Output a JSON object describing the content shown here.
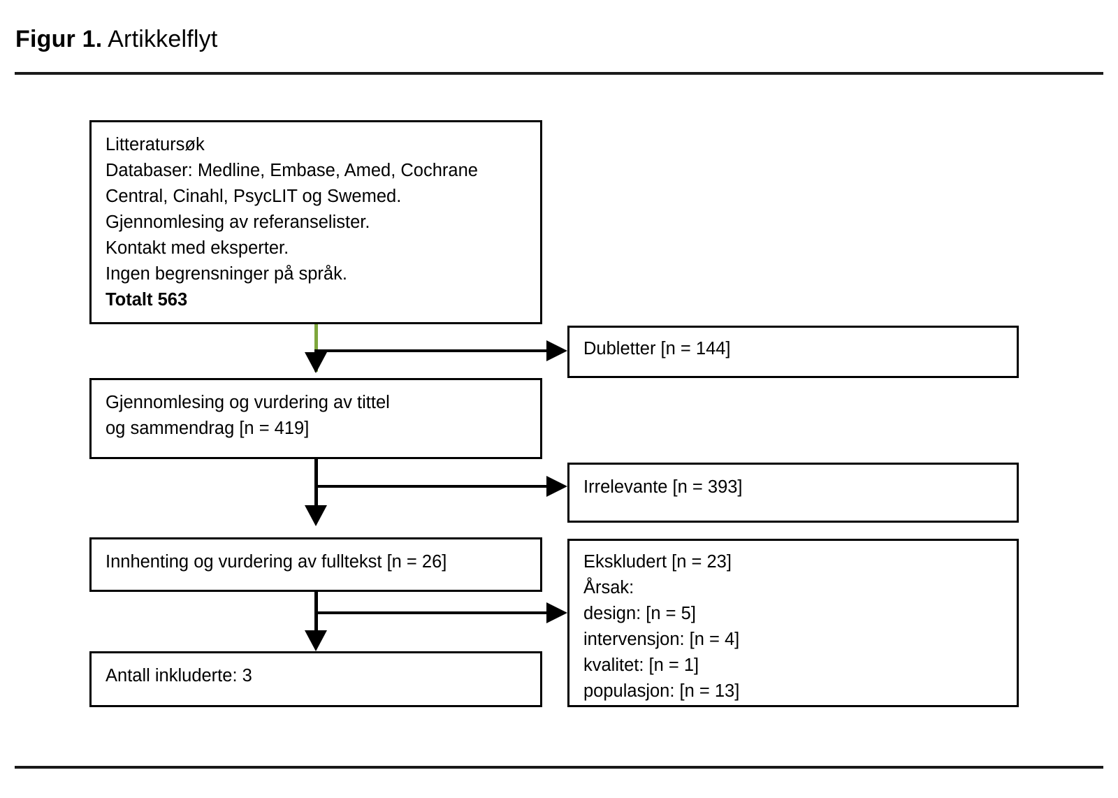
{
  "figure": {
    "label": "Figur 1.",
    "title": "Artikkelflyt"
  },
  "colors": {
    "line": "#000000",
    "rule": "#1a1a1a",
    "first_connector_stem": "#7ea63c",
    "background": "#ffffff"
  },
  "flow": {
    "boxes": {
      "search": {
        "lines": "Litteratursøk\nDatabaser: Medline, Embase, Amed, Cochrane\nCentral, Cinahl, PsycLIT og Swemed.\nGjennomlesing av referanselister.\nKontakt med eksperter.\nIngen begrensninger på språk.",
        "total_label": "Totalt 563"
      },
      "screening": {
        "lines": "Gjennomlesing og vurdering av tittel\nog sammendrag [n = 419]"
      },
      "fulltext": {
        "lines": "Innhenting og vurdering av fulltekst [n = 26]"
      },
      "included": {
        "lines": "Antall inkluderte: 3"
      },
      "duplicates": {
        "lines": "Dubletter [n = 144]"
      },
      "irrelevant": {
        "lines": "Irrelevante [n = 393]"
      },
      "excluded": {
        "lines": "Ekskludert [n = 23]\nÅrsak:\ndesign: [n = 5]\nintervensjon: [n = 4]\nkvalitet: [n = 1]\npopulasjon: [n = 13]"
      }
    }
  },
  "chart_data": {
    "type": "diagram",
    "title": "Figur 1. Artikkelflyt",
    "diagram_kind": "prisma-study-flow",
    "nodes": [
      {
        "id": "search",
        "column": "left",
        "label": "Litteratursøk",
        "n": 563,
        "detail": [
          "Databaser: Medline, Embase, Amed, Cochrane Central, Cinahl, PsycLIT og Swemed.",
          "Gjennomlesing av referanselister.",
          "Kontakt med eksperter.",
          "Ingen begrensninger på språk."
        ]
      },
      {
        "id": "screening",
        "column": "left",
        "label": "Gjennomlesing og vurdering av tittel og sammendrag",
        "n": 419
      },
      {
        "id": "fulltext",
        "column": "left",
        "label": "Innhenting og vurdering av fulltekst",
        "n": 26
      },
      {
        "id": "included",
        "column": "left",
        "label": "Antall inkluderte",
        "n": 3
      },
      {
        "id": "duplicates",
        "column": "right",
        "label": "Dubletter",
        "n": 144
      },
      {
        "id": "irrelevant",
        "column": "right",
        "label": "Irrelevante",
        "n": 393
      },
      {
        "id": "excluded",
        "column": "right",
        "label": "Ekskludert",
        "n": 23,
        "reasons": [
          {
            "label": "design",
            "n": 5
          },
          {
            "label": "intervensjon",
            "n": 4
          },
          {
            "label": "kvalitet",
            "n": 1
          },
          {
            "label": "populasjon",
            "n": 13
          }
        ]
      }
    ],
    "edges": [
      {
        "from": "search",
        "to": "screening",
        "direction": "down",
        "color": "#7ea63c"
      },
      {
        "from": "search",
        "to": "duplicates",
        "direction": "right",
        "color": "#000000"
      },
      {
        "from": "screening",
        "to": "fulltext",
        "direction": "down",
        "color": "#000000"
      },
      {
        "from": "screening",
        "to": "irrelevant",
        "direction": "right",
        "color": "#000000"
      },
      {
        "from": "fulltext",
        "to": "included",
        "direction": "down",
        "color": "#000000"
      },
      {
        "from": "fulltext",
        "to": "excluded",
        "direction": "right",
        "color": "#000000"
      }
    ]
  }
}
